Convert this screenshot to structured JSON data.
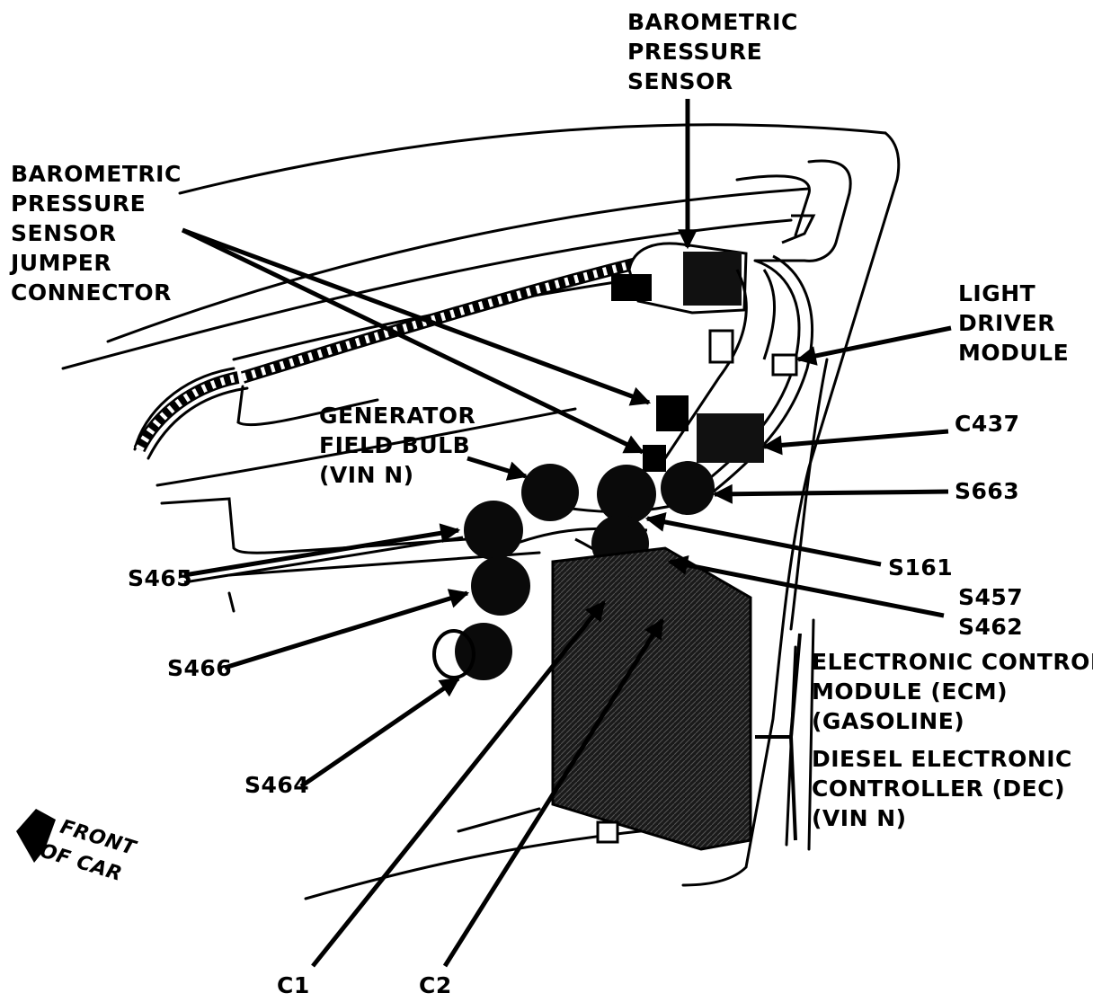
{
  "labels": {
    "baro_sensor": [
      "BAROMETRIC",
      "PRESSURE",
      "SENSOR"
    ],
    "baro_jumper": [
      "BAROMETRIC",
      "PRESSURE",
      "SENSOR",
      "JUMPER",
      "CONNECTOR"
    ],
    "light_driver": [
      "LIGHT",
      "DRIVER",
      "MODULE"
    ],
    "generator": [
      "GENERATOR",
      "FIELD BULB",
      "(VIN N)"
    ],
    "c437": "C437",
    "s663": "S663",
    "s161": "S161",
    "s457_s462": [
      "S457",
      "S462"
    ],
    "s465": "S465",
    "s466": "S466",
    "s464": "S464",
    "ecm": [
      "ELECTRONIC CONTROL",
      "MODULE (ECM)",
      "(GASOLINE)"
    ],
    "dec": [
      "DIESEL ELECTRONIC",
      "CONTROLLER (DEC)",
      "(VIN N)"
    ],
    "front": [
      "FRONT",
      "OF CAR"
    ],
    "c1": "C1",
    "c2": "C2"
  }
}
